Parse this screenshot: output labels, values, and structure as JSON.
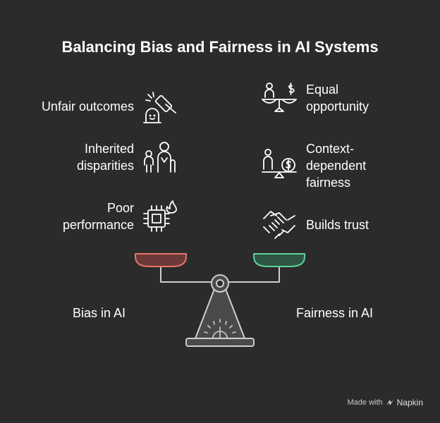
{
  "title": "Balancing Bias and Fairness in AI Systems",
  "left": {
    "heading": "Bias in AI",
    "items": [
      {
        "lines": [
          "Unfair outcomes"
        ],
        "icon": "gavel-icon"
      },
      {
        "lines": [
          "Inherited",
          "disparities"
        ],
        "icon": "family-icon"
      },
      {
        "lines": [
          "Poor",
          "performance"
        ],
        "icon": "overheated-chip-icon"
      }
    ]
  },
  "right": {
    "heading": "Fairness in AI",
    "items": [
      {
        "lines": [
          "Equal",
          "opportunity"
        ],
        "icon": "person-on-scale-icon"
      },
      {
        "lines": [
          "Context-",
          "dependent",
          "fairness"
        ],
        "icon": "person-coin-balance-icon"
      },
      {
        "lines": [
          "Builds trust"
        ],
        "icon": "handshake-icon"
      }
    ]
  },
  "colors": {
    "background": "#2b2b2b",
    "bias_pan": "#e8736d",
    "bias_pan_fill": "#6b3a38",
    "fairness_pan": "#5fd39a",
    "fairness_pan_fill": "#2f5544",
    "scale_fill": "#4a4a4a",
    "scale_stroke": "#cfcfcf"
  },
  "watermark": {
    "prefix": "Made with",
    "brand": "Napkin"
  }
}
